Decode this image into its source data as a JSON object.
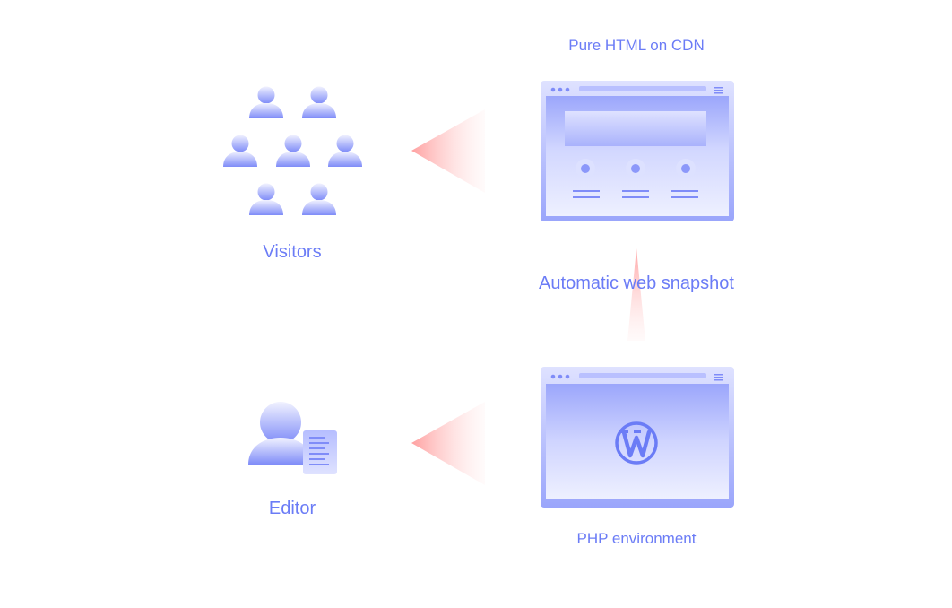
{
  "labels": {
    "visitors": "Visitors",
    "editor": "Editor",
    "cdn": "Pure HTML on CDN",
    "snapshot": "Automatic web snapshot",
    "php": "PHP environment"
  },
  "icons": {
    "visitors": "users-group-icon",
    "editor": "editor-user-document-icon",
    "cdn_site": "browser-window-icon",
    "php_site": "browser-window-wordpress-icon",
    "wordpress": "wordpress-logo"
  },
  "colors": {
    "accent": "#6b7cf6",
    "accent_light": "#e9ebff",
    "arrow": "#ff9b9b"
  }
}
